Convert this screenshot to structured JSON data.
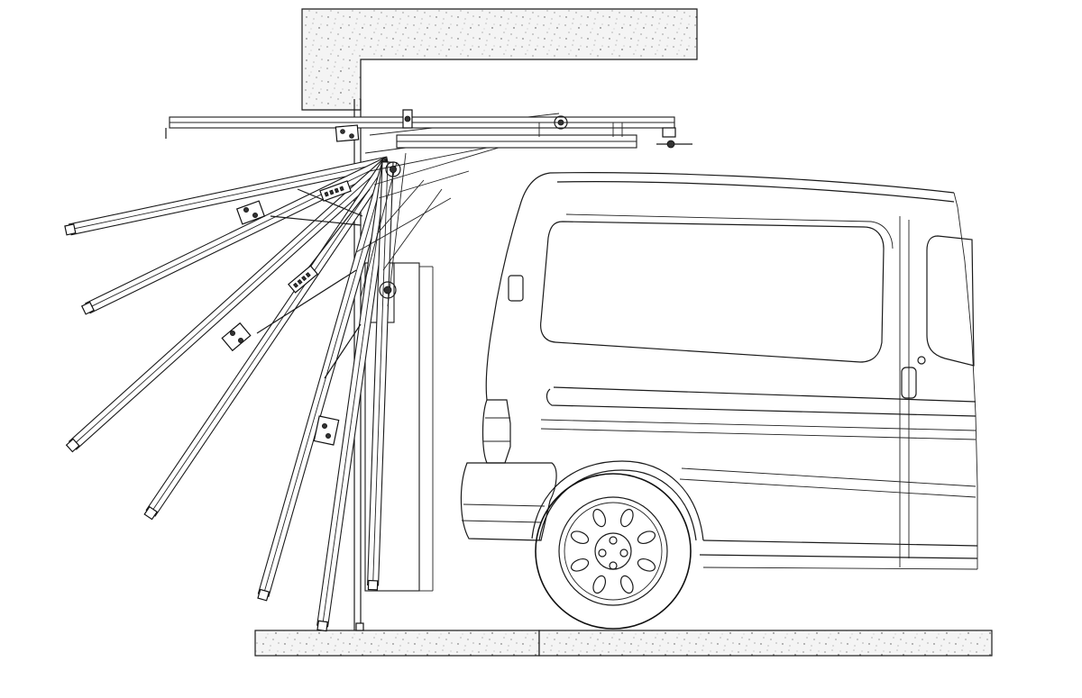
{
  "diagram": {
    "kind": "technical line drawing",
    "subject_elements": [
      "ceiling-slab",
      "floor-slab",
      "garage-door-frame-jamb",
      "overhead-door-swing-positions",
      "van-rear-profile"
    ],
    "door_swing_positions": 7,
    "colors": {
      "line": "#1a1a1a",
      "background": "#ffffff",
      "concrete_speckle": "#555555"
    }
  }
}
